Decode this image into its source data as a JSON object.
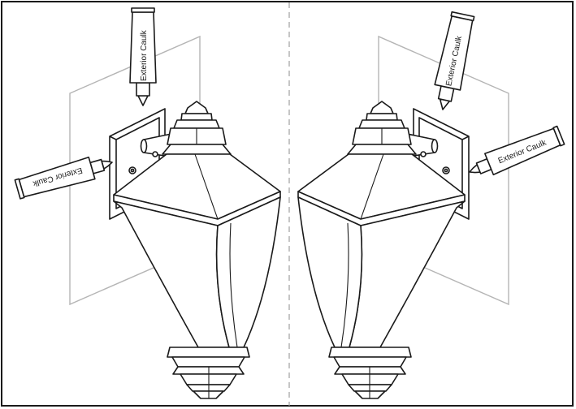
{
  "labels": {
    "caulk_left_top": "Exterior Caulk",
    "caulk_left_side": "Exterior Caulk",
    "caulk_right_top": "Exterior Caulk",
    "caulk_right_side": "Exterior Caulk"
  },
  "colors": {
    "line": "#1a1a1a",
    "wall": "#b5b5b5",
    "divider": "#a0a0a0",
    "background": "#ffffff"
  }
}
